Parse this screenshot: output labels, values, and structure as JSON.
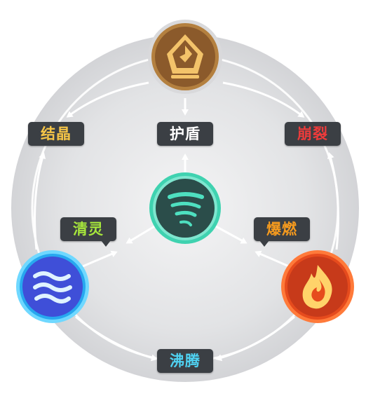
{
  "elements": {
    "geo": {
      "icon": "geo-rock-icon",
      "color": "#d9862b"
    },
    "anemo": {
      "icon": "wind-tornado-icon",
      "color": "#4ed6b8"
    },
    "hydro": {
      "icon": "water-waves-icon",
      "color": "#3aa8f0"
    },
    "pyro": {
      "icon": "fire-flame-icon",
      "color": "#f0612c"
    }
  },
  "reactions": {
    "crystallize": {
      "label": "结晶",
      "color": "#f6c547"
    },
    "shield": {
      "label": "护盾",
      "color": "#ffffff"
    },
    "shatter": {
      "label": "崩裂",
      "color": "#ee3b3b"
    },
    "spirit": {
      "label": "清灵",
      "color": "#a6e53c"
    },
    "burn": {
      "label": "爆燃",
      "color": "#f59a1e"
    },
    "boil": {
      "label": "沸腾",
      "color": "#4fd2f2"
    }
  }
}
